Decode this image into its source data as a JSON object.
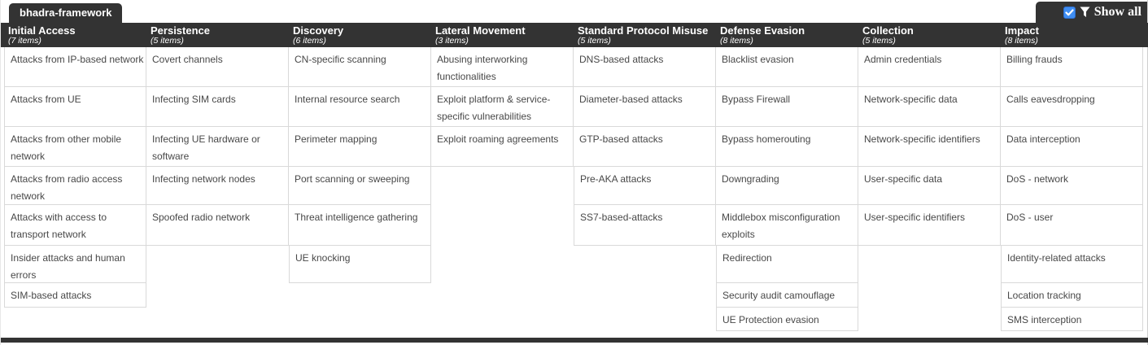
{
  "tab": {
    "label": "bhadra-framework"
  },
  "controls": {
    "show_all_label": "Show all",
    "show_all_checked": true
  },
  "colors": {
    "header_bg": "#333333",
    "cell_border": "#d9d9d9",
    "cell_text": "#484848",
    "checkbox_blue": "#3f8ef3"
  },
  "matrix": {
    "columns": [
      {
        "name": "Initial Access",
        "count_label": "(7 items)",
        "techniques": [
          "Attacks from IP-based network",
          "Attacks from UE",
          "Attacks from other mobile network",
          "Attacks from radio access network",
          "Attacks with access to transport network",
          "Insider attacks and human errors",
          "SIM-based attacks"
        ]
      },
      {
        "name": "Persistence",
        "count_label": "(5 items)",
        "techniques": [
          "Covert channels",
          "Infecting SIM cards",
          "Infecting UE hardware or software",
          "Infecting network nodes",
          "Spoofed radio network"
        ]
      },
      {
        "name": "Discovery",
        "count_label": "(6 items)",
        "techniques": [
          "CN-specific scanning",
          "Internal resource search",
          "Perimeter mapping",
          "Port scanning or sweeping",
          "Threat intelligence gathering",
          "UE knocking"
        ]
      },
      {
        "name": "Lateral Movement",
        "count_label": "(3 items)",
        "techniques": [
          "Abusing interworking functionalities",
          "Exploit platform & service-specific vulnerabilities",
          "Exploit roaming agreements"
        ]
      },
      {
        "name": "Standard Protocol Misuse",
        "count_label": "(5 items)",
        "techniques": [
          "DNS-based attacks",
          "Diameter-based attacks",
          "GTP-based attacks",
          "Pre-AKA attacks",
          "SS7-based-attacks"
        ]
      },
      {
        "name": "Defense Evasion",
        "count_label": "(8 items)",
        "techniques": [
          "Blacklist evasion",
          "Bypass Firewall",
          "Bypass homerouting",
          "Downgrading",
          "Middlebox misconfiguration exploits",
          "Redirection",
          "Security audit camouflage",
          "UE Protection evasion"
        ]
      },
      {
        "name": "Collection",
        "count_label": "(5 items)",
        "techniques": [
          "Admin credentials",
          "Network-specific data",
          "Network-specific identifiers",
          "User-specific data",
          "User-specific identifiers"
        ]
      },
      {
        "name": "Impact",
        "count_label": "(8 items)",
        "techniques": [
          "Billing frauds",
          "Calls eavesdropping",
          "Data interception",
          "DoS - network",
          "DoS - user",
          "Identity-related attacks",
          "Location tracking",
          "SMS interception"
        ]
      }
    ]
  }
}
